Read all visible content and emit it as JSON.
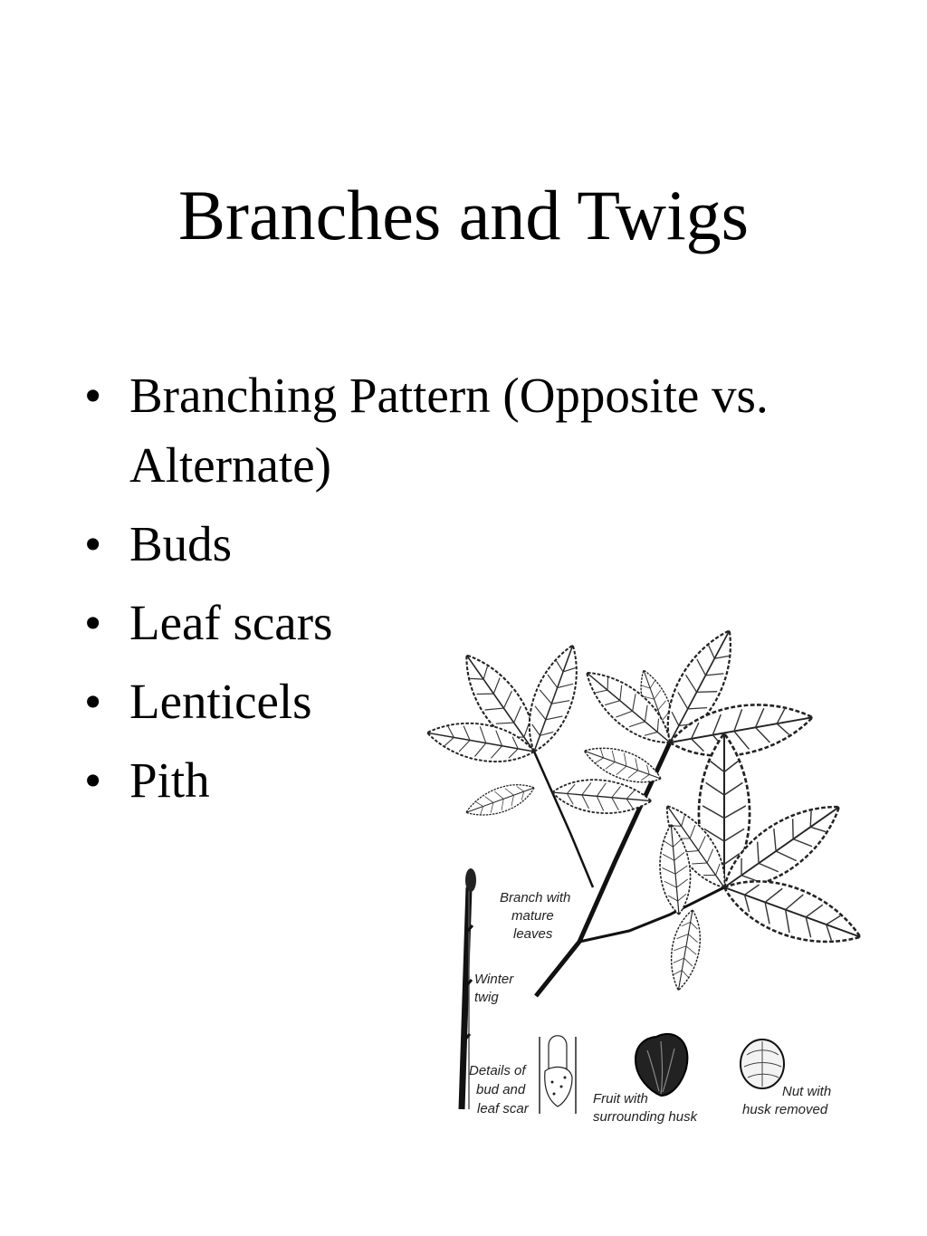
{
  "slide": {
    "title": "Branches and Twigs",
    "bullets": [
      "Branching Pattern (Opposite vs. Alternate)",
      "Buds",
      "Leaf scars",
      "Lenticels",
      "Pith"
    ]
  },
  "illustration": {
    "captions": {
      "branch_line1": "Branch with",
      "branch_line2": "mature",
      "branch_line3": "leaves",
      "winter_line1": "Winter",
      "winter_line2": "twig",
      "details_line1": "Details of",
      "details_line2": "bud and",
      "details_line3": "leaf scar",
      "fruit_line1": "Fruit with",
      "fruit_line2": "surrounding husk",
      "nut_line1": "Nut with",
      "nut_line2": "husk removed"
    }
  }
}
